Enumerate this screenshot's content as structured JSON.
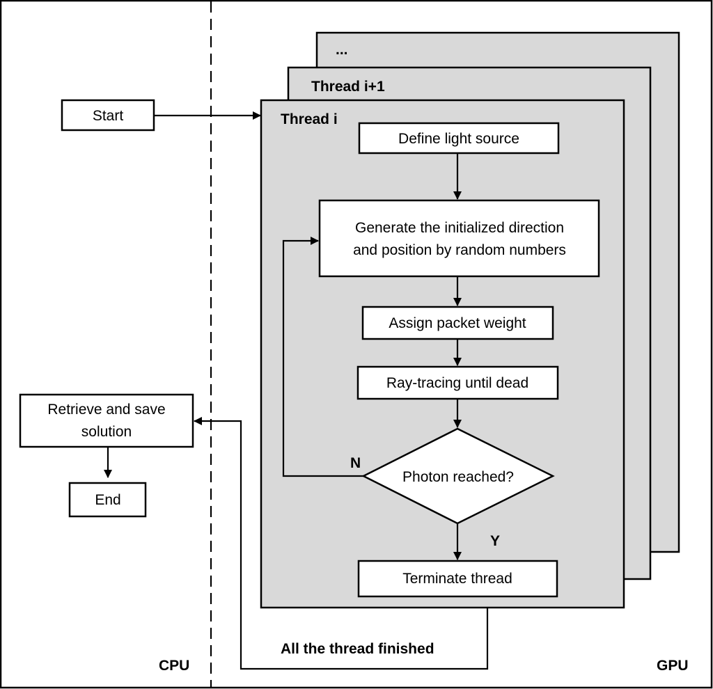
{
  "diagram": {
    "regions": {
      "cpu_label": "CPU",
      "gpu_label": "GPU"
    },
    "thread_stack": {
      "back_label": "...",
      "middle_label": "Thread i+1",
      "front_label": "Thread i"
    },
    "nodes": {
      "start": "Start",
      "define_light": "Define light source",
      "generate_line1": "Generate the initialized direction",
      "generate_line2": "and position by random numbers",
      "assign_weight": "Assign packet weight",
      "ray_tracing": "Ray-tracing until dead",
      "decision": "Photon reached?",
      "terminate": "Terminate thread",
      "retrieve_line1": "Retrieve and save",
      "retrieve_line2": "solution",
      "end": "End"
    },
    "edge_labels": {
      "no": "N",
      "yes": "Y",
      "all_finished": "All the thread finished"
    },
    "colors": {
      "panel_fill": "#d9d9d9",
      "stroke": "#000000",
      "box_fill": "#ffffff"
    }
  }
}
